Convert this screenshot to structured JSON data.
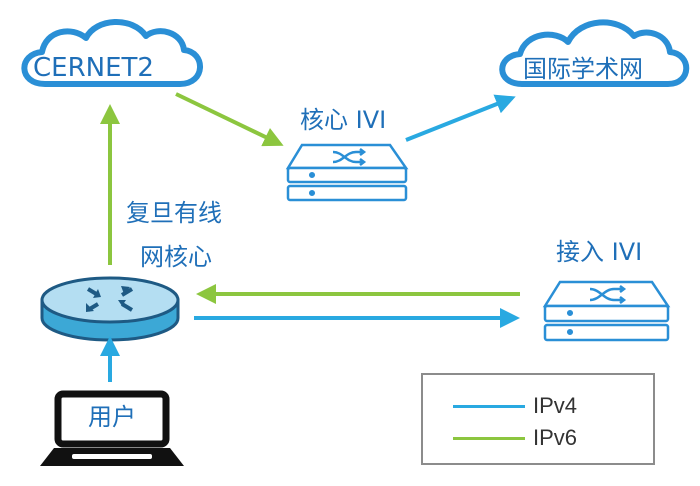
{
  "nodes": {
    "cernet2": {
      "label": "CERNET2",
      "type": "cloud"
    },
    "intl_net": {
      "label": "国际学术网",
      "type": "cloud"
    },
    "core_ivi": {
      "label": "核心 IVI",
      "type": "switch"
    },
    "access_ivi": {
      "label": "接入 IVI",
      "type": "switch"
    },
    "campus_core": {
      "label_line1": "复旦有线",
      "label_line2": "网核心",
      "type": "router"
    },
    "user": {
      "label": "用户",
      "type": "laptop"
    }
  },
  "edges": [
    {
      "from": "cernet2",
      "to": "core_ivi",
      "protocol": "IPv6"
    },
    {
      "from": "core_ivi",
      "to": "intl_net",
      "protocol": "IPv4"
    },
    {
      "from": "campus_core",
      "to": "cernet2",
      "protocol": "IPv6"
    },
    {
      "from": "access_ivi",
      "to": "campus_core",
      "protocol": "IPv6"
    },
    {
      "from": "campus_core",
      "to": "access_ivi",
      "protocol": "IPv4"
    },
    {
      "from": "user",
      "to": "campus_core",
      "protocol": "IPv4"
    }
  ],
  "legend": {
    "items": [
      {
        "label": "IPv4",
        "color": "#29a9e1"
      },
      {
        "label": "IPv6",
        "color": "#8cc63f"
      }
    ]
  },
  "colors": {
    "ipv4": "#29a9e1",
    "ipv6": "#8cc63f",
    "label": "#1f6fb8",
    "device": "#2a8fd6"
  }
}
